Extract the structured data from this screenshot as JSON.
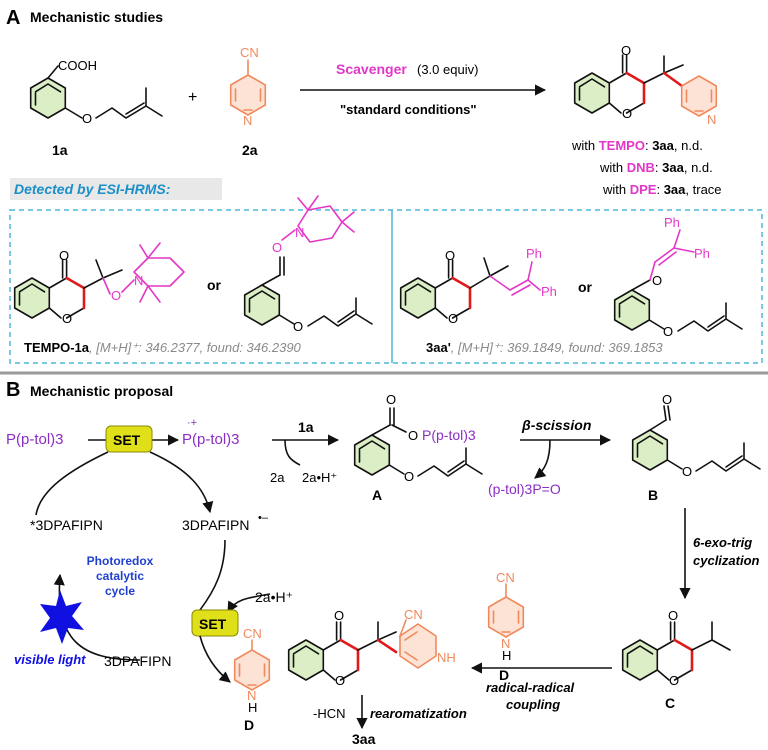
{
  "panelA": {
    "letter": "A",
    "title": "Mechanistic studies",
    "reactant1_label": "1a",
    "reactant1_cooh": "COOH",
    "reactant1_O": "O",
    "plus": "+",
    "reactant2_label": "2a",
    "reactant2_cn": "CN",
    "reactant2_N": "N",
    "scavenger_label": "Scavenger",
    "scavenger_equiv": "(3.0 equiv)",
    "conditions": "\"standard conditions\"",
    "product_O_ketone": "O",
    "product_O_ring": "O",
    "product_N": "N",
    "results": [
      {
        "prefix": "with ",
        "scavenger": "TEMPO",
        "compound": "3aa",
        "outcome": ", n.d."
      },
      {
        "prefix": "with ",
        "scavenger": "DNB",
        "compound": "3aa",
        "outcome": ", n.d."
      },
      {
        "prefix": "with ",
        "scavenger": "DPE",
        "compound": "3aa",
        "outcome": ", trace"
      }
    ],
    "detected_header": "Detected by ESI-HRMS:",
    "or1": "or",
    "or2": "or",
    "tempo_adduct": {
      "name": "TEMPO-1a",
      "ms": ", [M+H]⁺: 346.2377, found: 346.2390"
    },
    "dpe_adduct": {
      "name": "3aa'",
      "ms": ", [M+H]⁺: 369.1849, found: 369.1853"
    },
    "atom_O": "O",
    "atom_N": "N",
    "Ph": "Ph"
  },
  "panelB": {
    "letter": "B",
    "title": "Mechanistic proposal",
    "PpTol3": "P(p-tol)3",
    "radical_cation": "P(p-tol)3",
    "set_label": "SET",
    "cat_excited": "*3DPAFIPN",
    "cat_reduced": "3DPAFIPN",
    "cat_reduced_charge": "•–",
    "cat_ground": "3DPAFIPN",
    "cycle_label": [
      "Photoredox",
      "catalytic",
      "cycle"
    ],
    "visible_light": "visible light",
    "reagent_1a": "1a",
    "reagent_2a": "2a",
    "product_2aH": "2a•H⁺",
    "reagent_2aH": "2a•H⁺",
    "intermediate_A": "A",
    "intermediate_B": "B",
    "intermediate_C": "C",
    "intermediate_D": "D",
    "beta_scission": "β-scission",
    "phosphine_oxide": "(p-tol)3P=O",
    "cyclization": [
      "6-exo-trig",
      "cyclization"
    ],
    "coupling": [
      "radical-radical",
      "coupling"
    ],
    "rearomatization": "rearomatization",
    "minus_hcn": "-HCN",
    "final": "3aa",
    "CN": "CN",
    "NH": "NH",
    "H": "H",
    "N": "N",
    "O": "O"
  },
  "colors": {
    "magenta": "#e437c8",
    "purple": "#8a2ec4",
    "cyan_header": "#1a8fc9",
    "red_bond": "#e0191b",
    "orange_pyridine": "#f08a5d",
    "set_box": "#e0e01a",
    "star": "#1010e0",
    "cycle_text": "#2040d0",
    "dashed_box": "#4ab8d8"
  }
}
